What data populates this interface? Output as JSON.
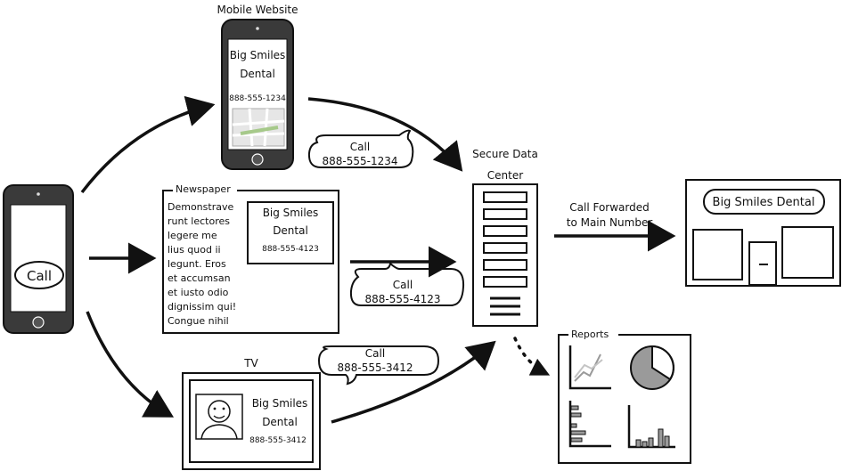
{
  "left_phone": {
    "bubble_label": "Call"
  },
  "mobile_website": {
    "title": "Mobile Website",
    "business_name_line1": "Big Smiles",
    "business_name_line2": "Dental",
    "phone": "888-555-1234",
    "call_bubble": {
      "line1": "Call",
      "line2": "888-555-1234"
    }
  },
  "newspaper": {
    "title": "Newspaper",
    "body_lines": [
      "Demonstrave",
      "runt lectores",
      "legere me",
      "lius quod ii",
      "legunt. Eros",
      "et accumsan",
      "et iusto odio",
      "dignissim qui!",
      "Congue nihil"
    ],
    "ad_line1": "Big Smiles",
    "ad_line2": "Dental",
    "ad_phone": "888-555-4123",
    "call_bubble": {
      "line1": "Call",
      "line2": "888-555-4123"
    }
  },
  "tv": {
    "title": "TV",
    "business_name_line1": "Big Smiles",
    "business_name_line2": "Dental",
    "phone": "888-555-3412",
    "call_bubble": {
      "line1": "Call",
      "line2": "888-555-3412"
    }
  },
  "data_center": {
    "title_line1": "Secure Data",
    "title_line2": "Center"
  },
  "forward_label": {
    "line1": "Call Forwarded",
    "line2": "to Main Number"
  },
  "dental_office": {
    "sign": "Big Smiles Dental"
  },
  "reports": {
    "title": "Reports"
  },
  "colors": {
    "ink": "#111111",
    "phone_body": "#3a3a3a",
    "map_green": "#a6c98a",
    "chart_gray": "#9a9a9a"
  }
}
